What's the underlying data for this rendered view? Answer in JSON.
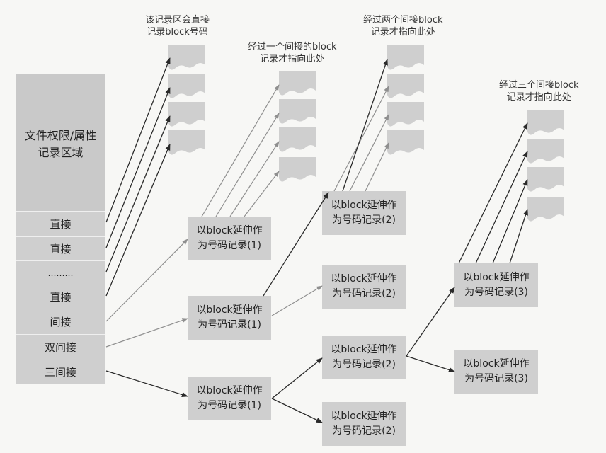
{
  "inode": {
    "attr_label_line1": "文件权限/属性",
    "attr_label_line2": "记录区域",
    "rows": [
      "直接",
      "直接",
      "………",
      "直接",
      "间接",
      "双间接",
      "三间接"
    ]
  },
  "captions": {
    "direct_1": "该记录区会直接",
    "direct_2": "记录block号码",
    "single_1": "经过一个间接的block",
    "single_2": "记录才指向此处",
    "double_1": "经过两个间接block",
    "double_2": "记录才指向此处",
    "triple_1": "经过三个间接block",
    "triple_2": "记录才指向此处"
  },
  "boxes": {
    "l1_single": [
      "以block延伸作",
      "为号码记录(1)"
    ],
    "l1_double": [
      "以block延伸作",
      "为号码记录(1)"
    ],
    "l1_triple": [
      "以block延伸作",
      "为号码记录(1)"
    ],
    "l2_top": [
      "以block延伸作",
      "为号码记录(2)"
    ],
    "l2_mid": [
      "以block延伸作",
      "为号码记录(2)"
    ],
    "l2_tri_a": [
      "以block延伸作",
      "为号码记录(2)"
    ],
    "l2_tri_b": [
      "以block延伸作",
      "为号码记录(2)"
    ],
    "l3_a": [
      "以block延伸作",
      "为号码记录(3)"
    ],
    "l3_b": [
      "以block延伸作",
      "为号码记录(3)"
    ]
  },
  "colors": {
    "arrow_dark": "#2a2a2a",
    "arrow_light": "#8f8f8f",
    "box_fill": "#cfcfcf"
  }
}
